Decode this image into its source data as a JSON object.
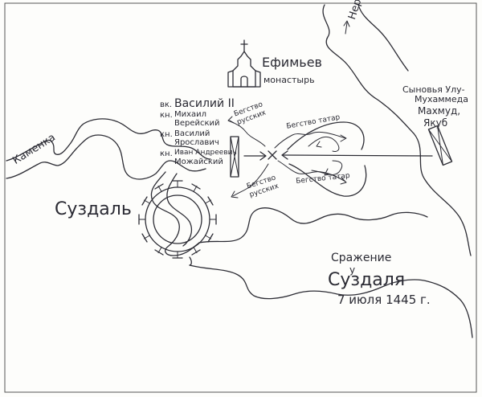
{
  "map": {
    "river_kamenka": "Каменка",
    "river_nerl": "Нерль",
    "city_suzdal": "Суздаль",
    "monastery": "Ефимьев",
    "monastery_sub": "монастырь",
    "russian_commanders": [
      {
        "rank": "вк.",
        "name": "Василий II"
      },
      {
        "rank": "кн.",
        "name": "Михаил"
      },
      {
        "rank": "",
        "name": "Верейский"
      },
      {
        "rank": "кн.",
        "name": "Василий"
      },
      {
        "rank": "",
        "name": "Ярославич"
      },
      {
        "rank": "кн.",
        "name": "Иван Андреевич"
      },
      {
        "rank": "",
        "name": "Можайский"
      }
    ],
    "tatar_header_line1": "Сыновья Улу-",
    "tatar_header_line2": "Мухаммеда",
    "tatar_leader1": "Махмуд,",
    "tatar_leader2": "Якуб",
    "flight_russians_top": "Бегство русских",
    "flight_tatars_top": "Бегство татар",
    "flight_russians_bottom": "Бегство русских",
    "flight_tatars_bottom": "Бегство татар",
    "battle_title_line1": "Сражение",
    "battle_title_line2": "у",
    "battle_title_line3": "Суздаля",
    "battle_date": "7 июля 1445 г."
  }
}
